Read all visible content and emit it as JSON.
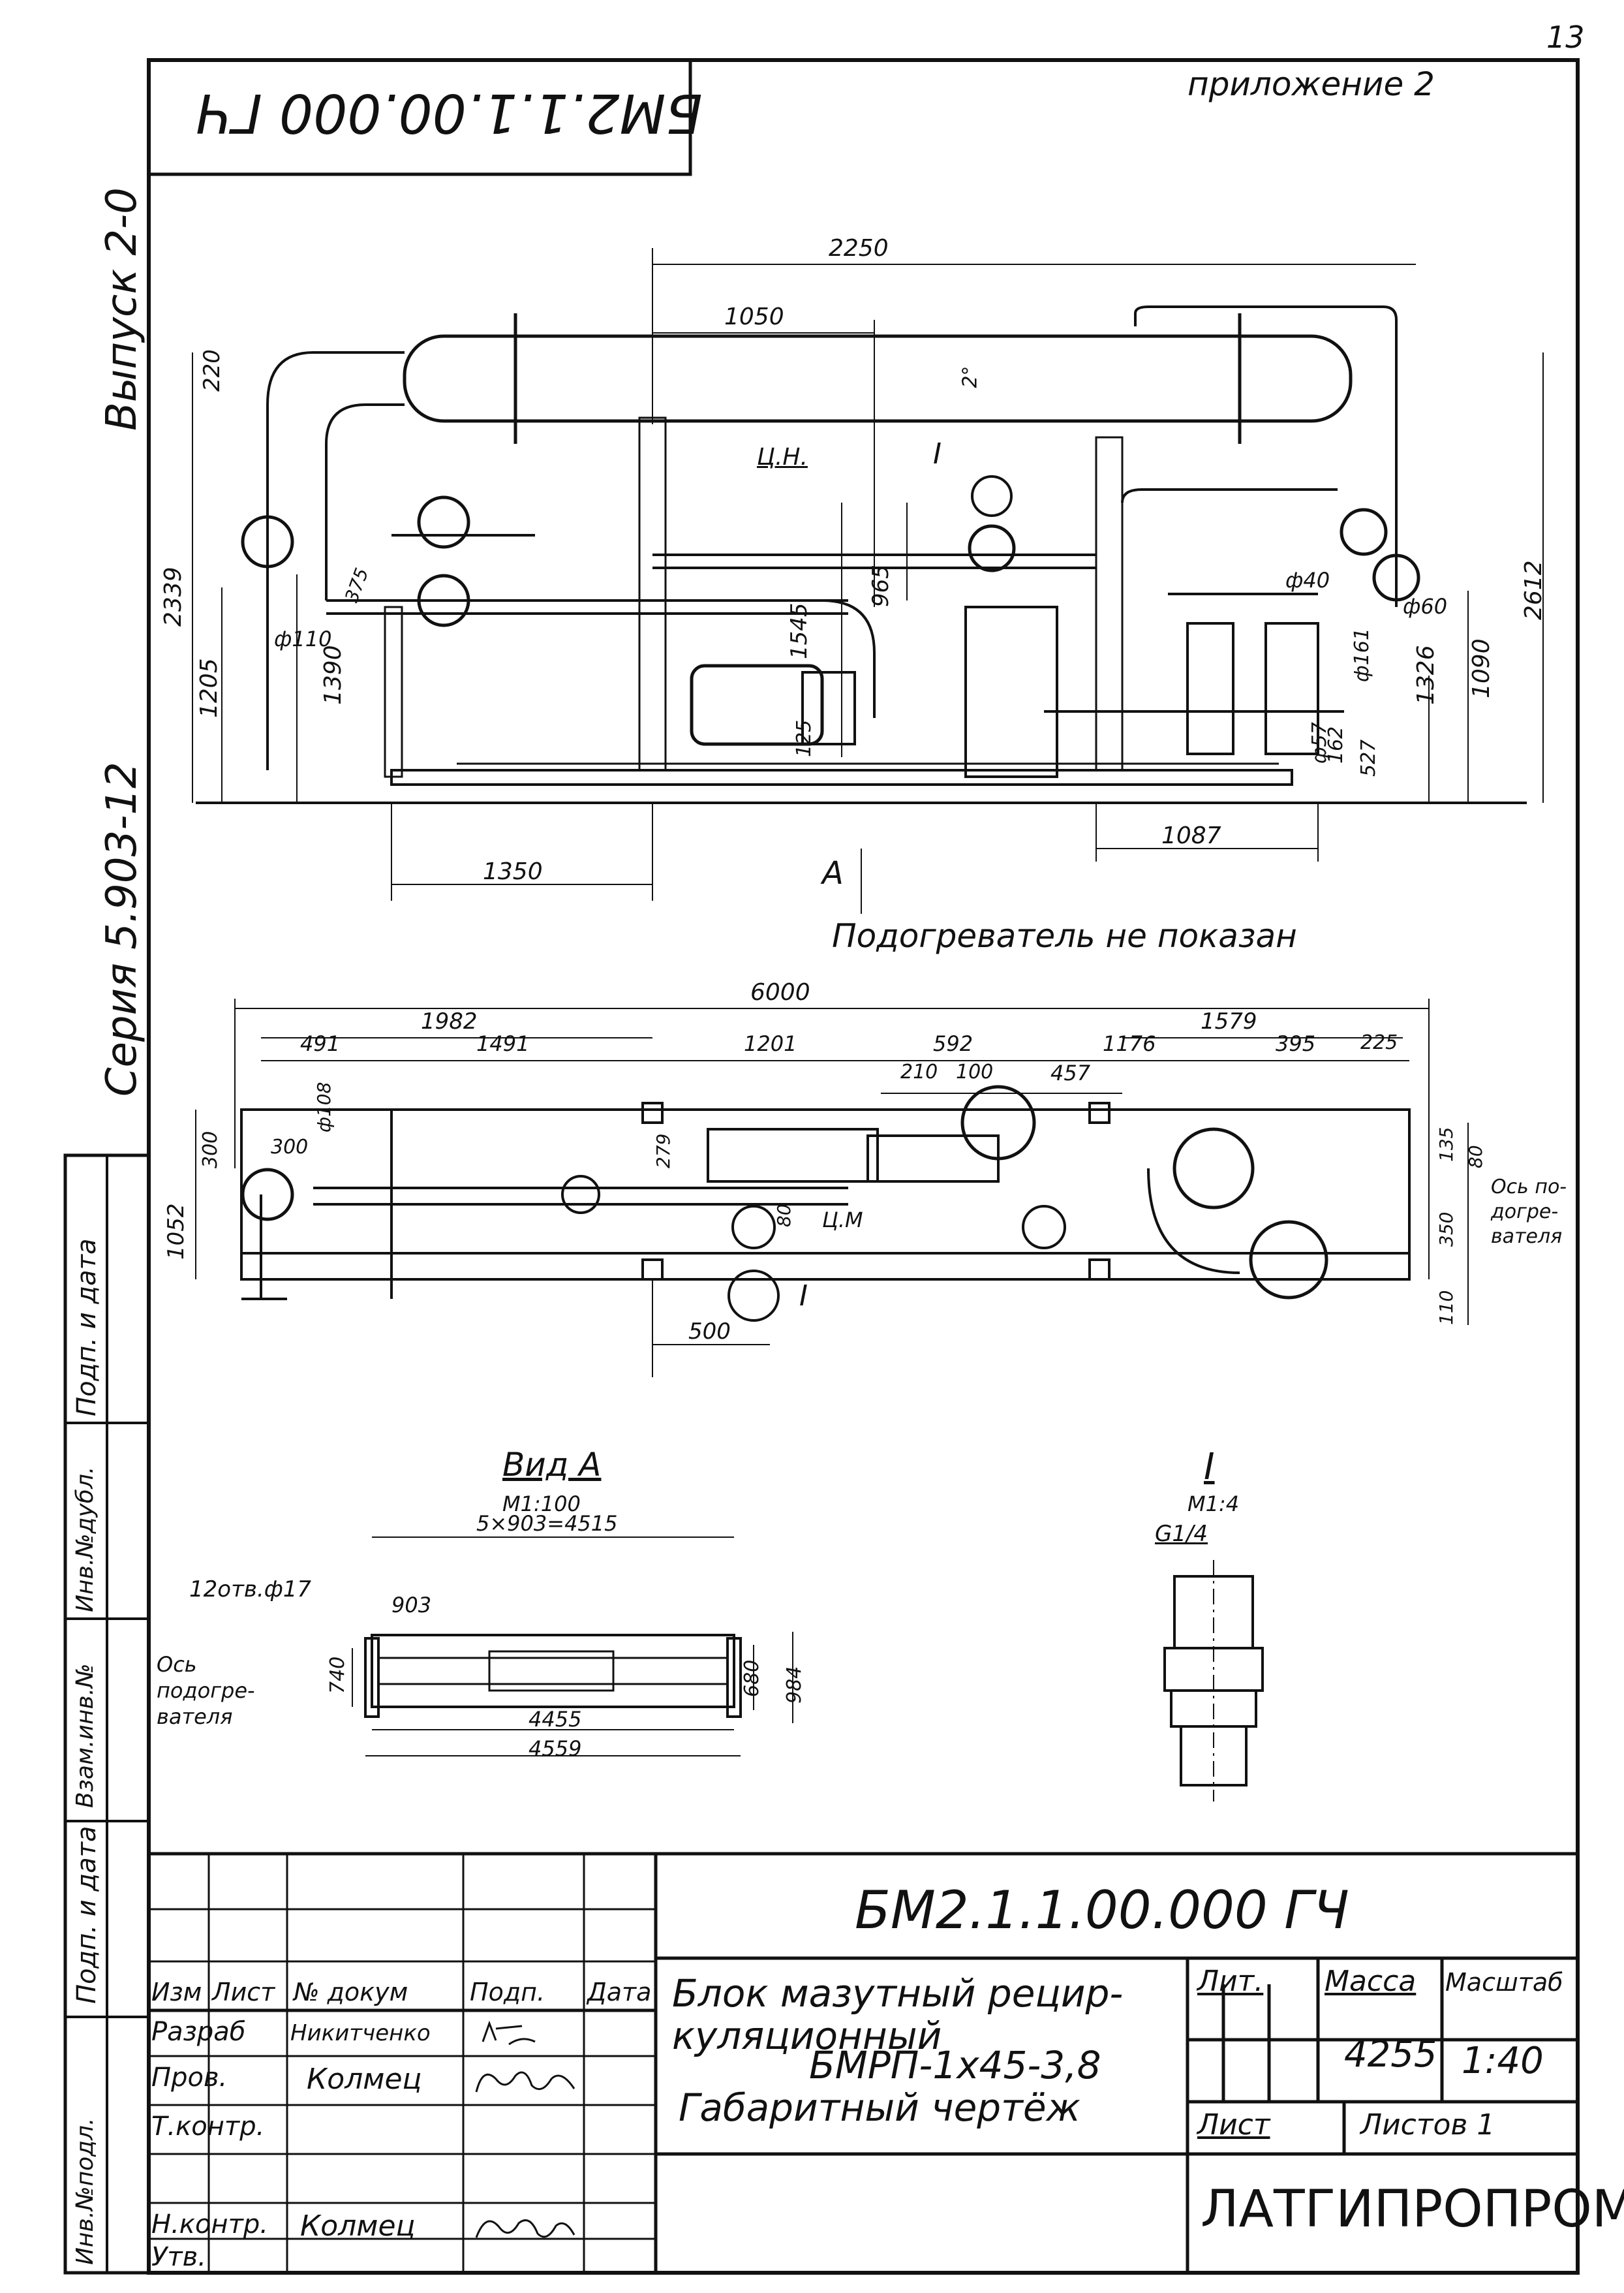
{
  "page_number": "13",
  "appendix": "приложение 2",
  "stamp_code_inverted": "БМ2.1.1.00.000 ГЧ",
  "left_margin": {
    "issue": "Выпуск 2-0",
    "series": "Серия 5.903-12",
    "fields": [
      "Инв.№подл.",
      "Подп. и дата",
      "Взам.инв.№",
      "Инв.№дубл.",
      "Подп. и дата"
    ]
  },
  "front_view": {
    "dims": [
      "2250",
      "1050",
      "220",
      "2339",
      "1205",
      "1390",
      "1545",
      "965",
      "125",
      "2612",
      "1090",
      "1326",
      "527",
      "162",
      "1350",
      "1087"
    ],
    "diameters": [
      "ф110",
      "ф40",
      "ф60",
      "ф161",
      "ф57"
    ],
    "slope": "2°",
    "center_label": "Ц.Н.",
    "detail_ref": "I",
    "small_dim": "375",
    "view_arrow": "A"
  },
  "plan_view": {
    "note": "Подогреватель не показан",
    "dims_top": [
      "6000",
      "1982",
      "1579",
      "491",
      "1491",
      "1201",
      "592",
      "1176",
      "395",
      "225",
      "210",
      "100",
      "457"
    ],
    "dims_side": [
      "300",
      "1052",
      "300",
      "ф108",
      "279",
      "80",
      "135",
      "80",
      "350",
      "110"
    ],
    "dim_bottom": "500",
    "center_label": "Ц.М",
    "detail_ref": "I",
    "heater_axis": "Ось по-догре-вателя"
  },
  "view_a": {
    "title": "Вид А",
    "scale": "М1:100",
    "dims": [
      "5×903=4515",
      "903",
      "740",
      "680",
      "984",
      "4455",
      "4559"
    ],
    "holes": "12отв.ф17",
    "heater_axis": "Ось подогре-вателя"
  },
  "detail_i": {
    "title": "I",
    "scale": "М1:4",
    "thread": "G1/4"
  },
  "title_block": {
    "code": "БМ2.1.1.00.000 ГЧ",
    "name_lines": [
      "Блок мазутный рецир-",
      "куляционный",
      "БМРП-1x45-3,8",
      "Габаритный чертёж"
    ],
    "col_headers": [
      "Изм",
      "Лист",
      "№ докум",
      "Подп.",
      "Дата"
    ],
    "roles": [
      "Разраб",
      "Пров.",
      "Т.контр.",
      "",
      "Н.контр.",
      "Утв."
    ],
    "names": [
      "Никитченко",
      "Колмец",
      "",
      "",
      "Колмец",
      ""
    ],
    "lit": "Лит.",
    "mass_label": "Масса",
    "scale_label": "Масштаб",
    "mass": "4255",
    "scale": "1:40",
    "sheet_label": "Лист",
    "sheets_label": "Листов 1",
    "org": "ЛАТГИПРОПРОМ"
  }
}
